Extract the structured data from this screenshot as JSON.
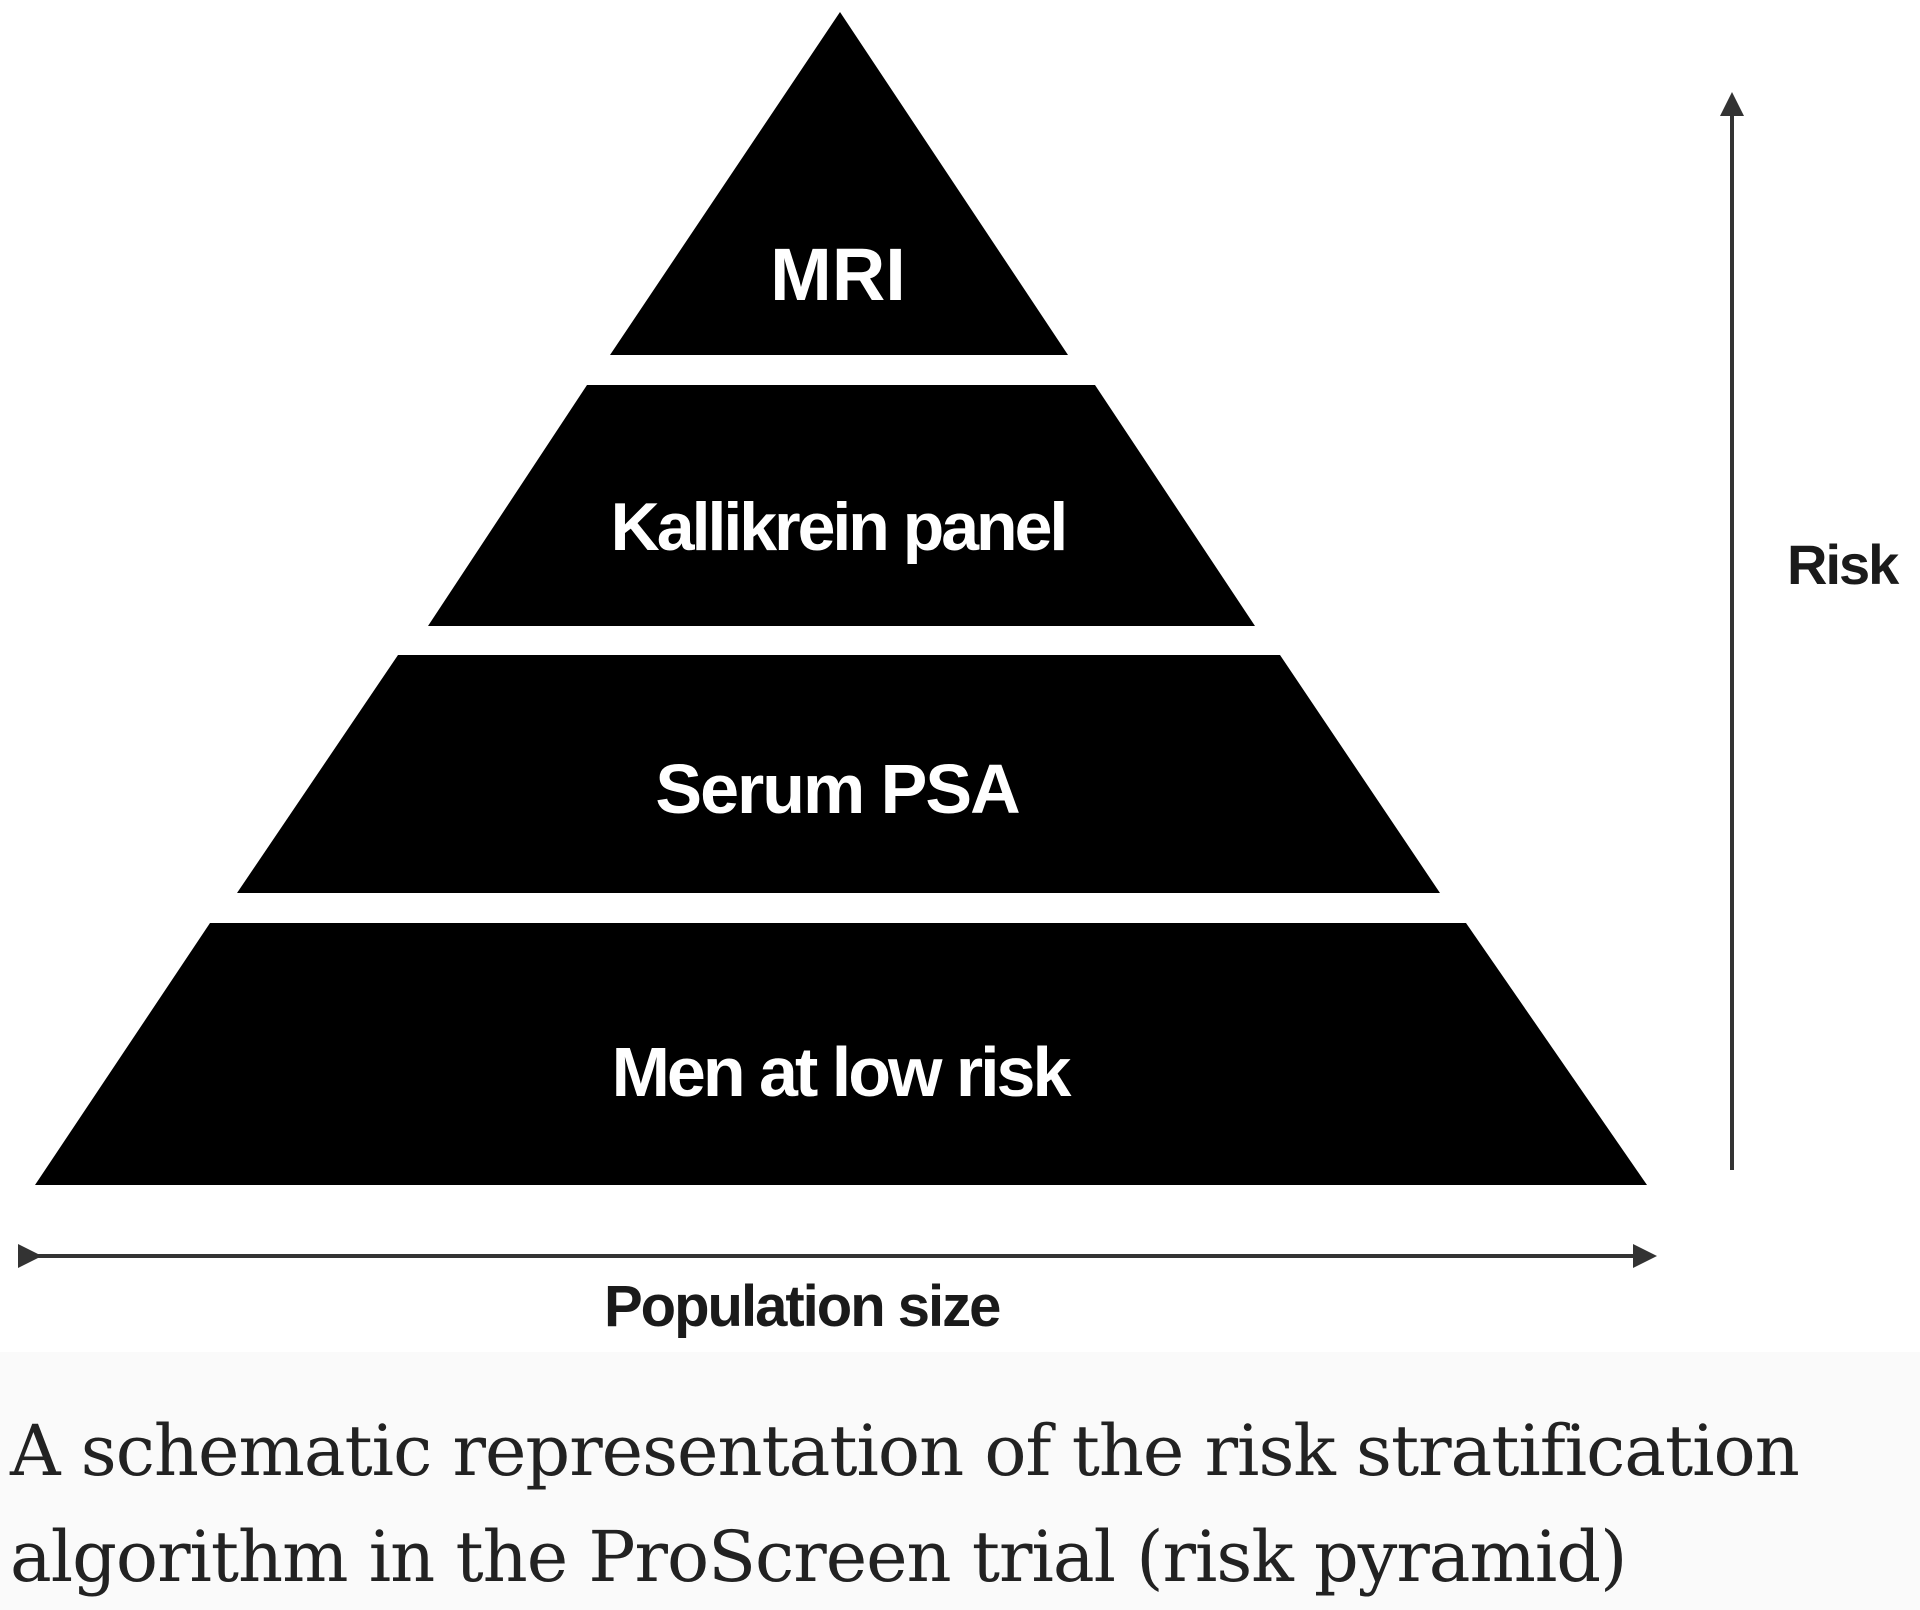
{
  "diagram": {
    "type": "pyramid",
    "layers": [
      {
        "label": "MRI",
        "level": 4
      },
      {
        "label": "Kallikrein panel",
        "level": 3
      },
      {
        "label": "Serum PSA",
        "level": 2
      },
      {
        "label": "Men at low risk",
        "level": 1
      }
    ],
    "axes": {
      "vertical_label": "Risk",
      "horizontal_label": "Population size"
    },
    "colors": {
      "layer_fill": "#000000",
      "layer_text": "#ffffff",
      "arrow": "#333333",
      "background": "#ffffff"
    }
  },
  "caption": {
    "line1": "A schematic representation of the risk stratification",
    "line2": "algorithm in the ProScreen trial (risk pyramid)"
  }
}
